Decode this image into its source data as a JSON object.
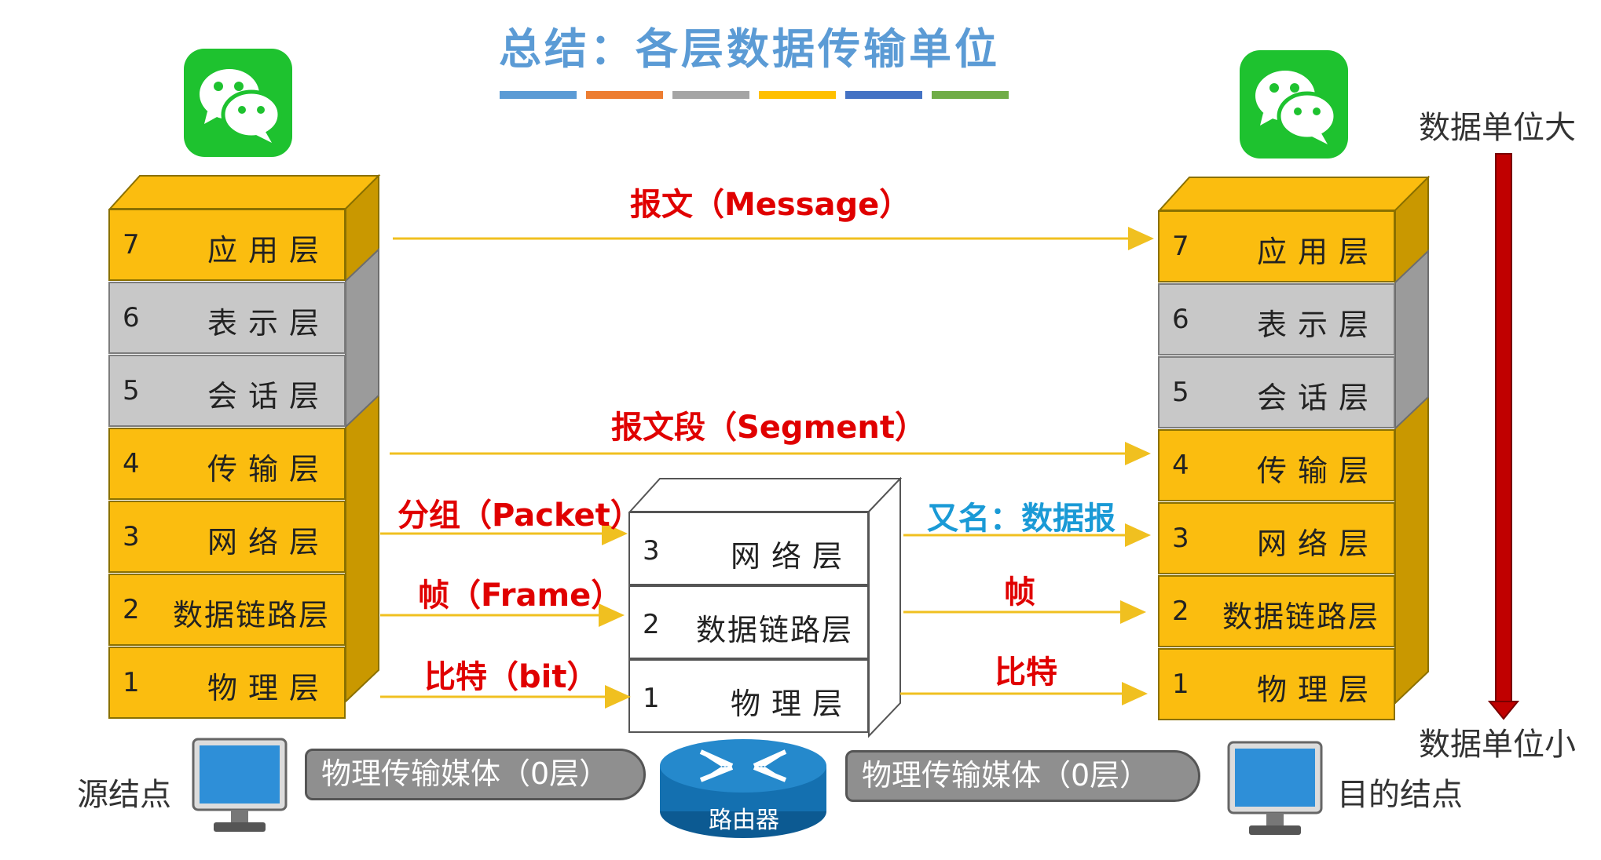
{
  "title": "总结：各层数据传输单位",
  "stripe_colors": [
    "#5b9bd5",
    "#ed7d31",
    "#a5a5a5",
    "#ffc000",
    "#4472c4",
    "#70ad47"
  ],
  "left_stack": [
    {
      "num": "7",
      "name": "应用层",
      "color": "yellow"
    },
    {
      "num": "6",
      "name": "表示层",
      "color": "gray"
    },
    {
      "num": "5",
      "name": "会话层",
      "color": "gray"
    },
    {
      "num": "4",
      "name": "传输层",
      "color": "yellow"
    },
    {
      "num": "3",
      "name": "网络层",
      "color": "yellow"
    },
    {
      "num": "2",
      "name": "数据链路层",
      "color": "yellow"
    },
    {
      "num": "1",
      "name": "物理层",
      "color": "yellow"
    }
  ],
  "right_stack": [
    {
      "num": "7",
      "name": "应用层",
      "color": "yellow"
    },
    {
      "num": "6",
      "name": "表示层",
      "color": "gray"
    },
    {
      "num": "5",
      "name": "会话层",
      "color": "gray"
    },
    {
      "num": "4",
      "name": "传输层",
      "color": "yellow"
    },
    {
      "num": "3",
      "name": "网络层",
      "color": "yellow"
    },
    {
      "num": "2",
      "name": "数据链路层",
      "color": "yellow"
    },
    {
      "num": "1",
      "name": "物理层",
      "color": "yellow"
    }
  ],
  "router_stack": [
    {
      "num": "3",
      "name": "网络层"
    },
    {
      "num": "2",
      "name": "数据链路层"
    },
    {
      "num": "1",
      "name": "物理层"
    }
  ],
  "units": {
    "message": "报文（Message）",
    "segment": "报文段（Segment）",
    "packet": "分组（Packet）",
    "frame": "帧（Frame）",
    "bit": "比特（bit）",
    "alias": "又名：数据报",
    "frame_short": "帧",
    "bit_short": "比特"
  },
  "scale": {
    "big": "数据单位大",
    "small": "数据单位小"
  },
  "source_label": "源结点",
  "dest_label": "目的结点",
  "cable_label": "物理传输媒体（0层）",
  "router_label": "路由器",
  "colors": {
    "arrow": "#f0c020",
    "red_arrow": "#c00000",
    "label_red": "#e00000",
    "label_blue": "#1a9ad6"
  }
}
